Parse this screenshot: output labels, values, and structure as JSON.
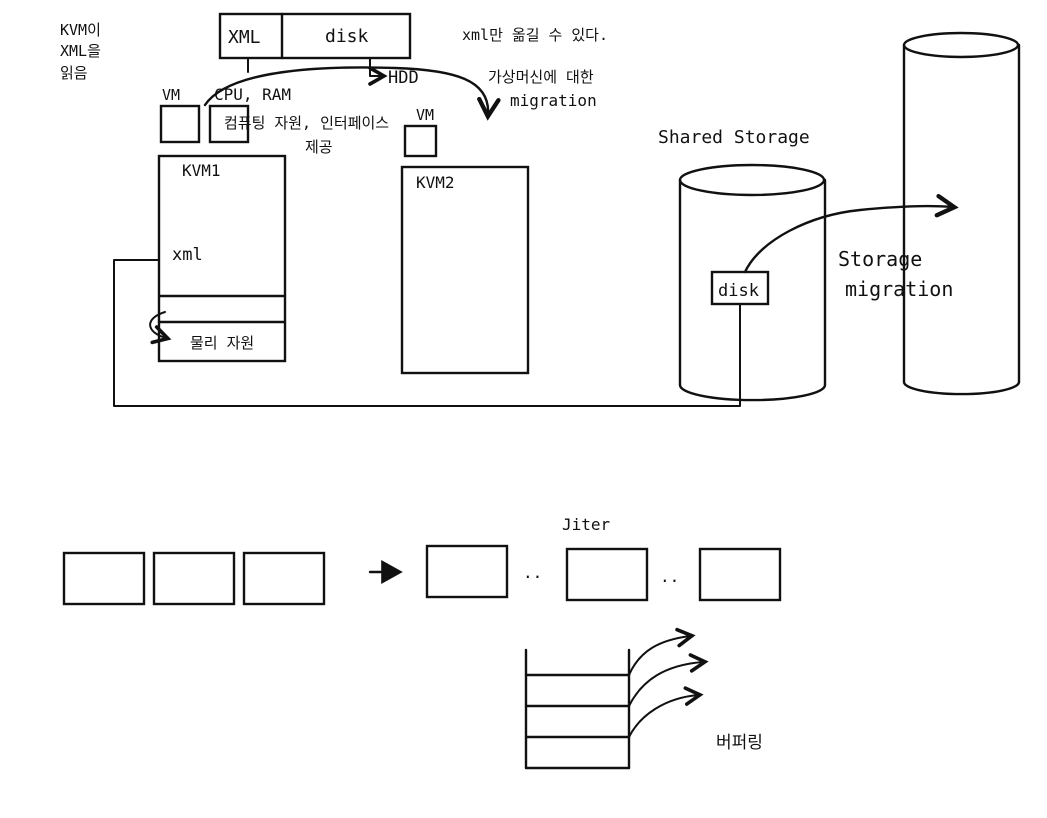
{
  "notes": {
    "kvm_reads_xml": [
      "KVM이",
      "XML을",
      "읽음"
    ],
    "xml_only_move": "xml만 옮길 수 있다.",
    "vm_migration": [
      "가상머신에 대한",
      "migration"
    ],
    "compute_resources": [
      "CPU, RAM",
      "컴퓨팅 자원, 인터페이스",
      "제공"
    ],
    "buffering": "버퍼링"
  },
  "header_boxes": {
    "xml": "XML",
    "disk": "disk",
    "hdd": "HDD"
  },
  "host1": {
    "vm_label": "VM",
    "title": "KVM1",
    "xml": "xml",
    "physical_resources": "물리 자원"
  },
  "host2": {
    "vm_label": "VM",
    "title": "KVM2"
  },
  "storage": {
    "shared_title": "Shared Storage",
    "disk": "disk",
    "migration": [
      "Storage",
      "migration"
    ]
  },
  "jitter": {
    "label": "Jiter",
    "separator": ".."
  }
}
